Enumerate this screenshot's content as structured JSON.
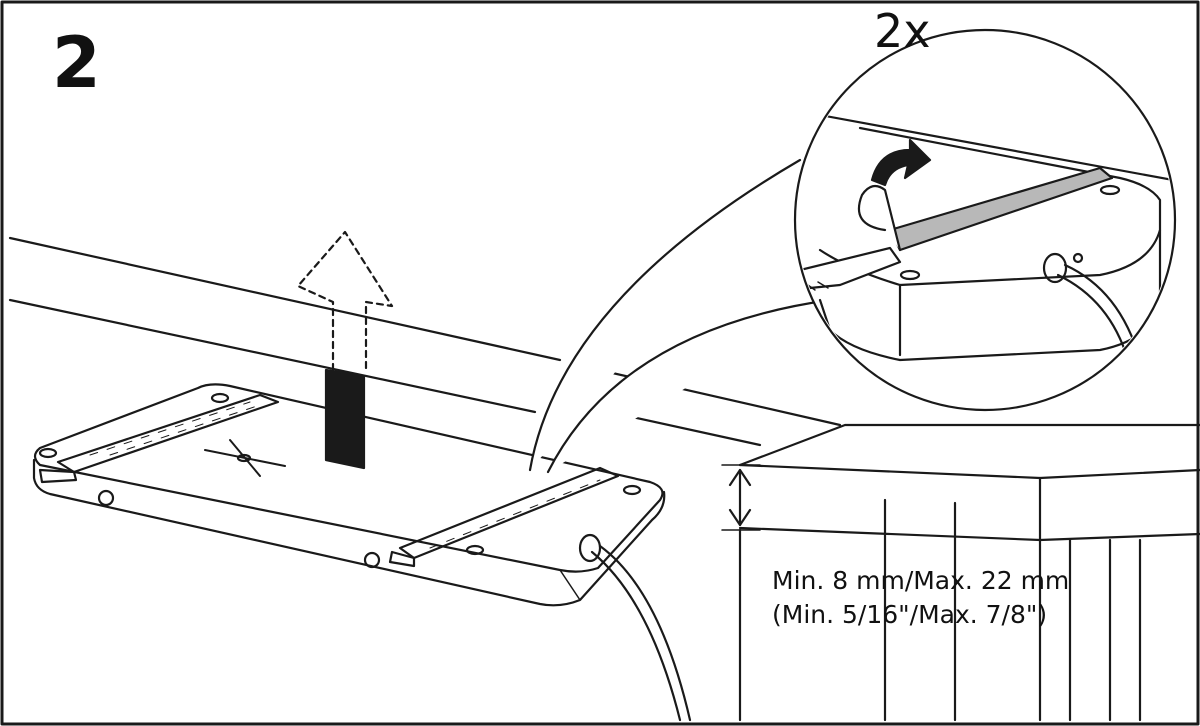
{
  "step_number": "2",
  "detail_multiplier": "2x",
  "dimension": {
    "metric": "Min. 8 mm/Max. 22 mm",
    "imperial": "(Min. 5/16\"/Max. 7/8\")"
  },
  "colors": {
    "line": "#1a1a1a",
    "tab": "#1a1a1a",
    "tape": "#b8b8b8",
    "background": "#ffffff"
  }
}
